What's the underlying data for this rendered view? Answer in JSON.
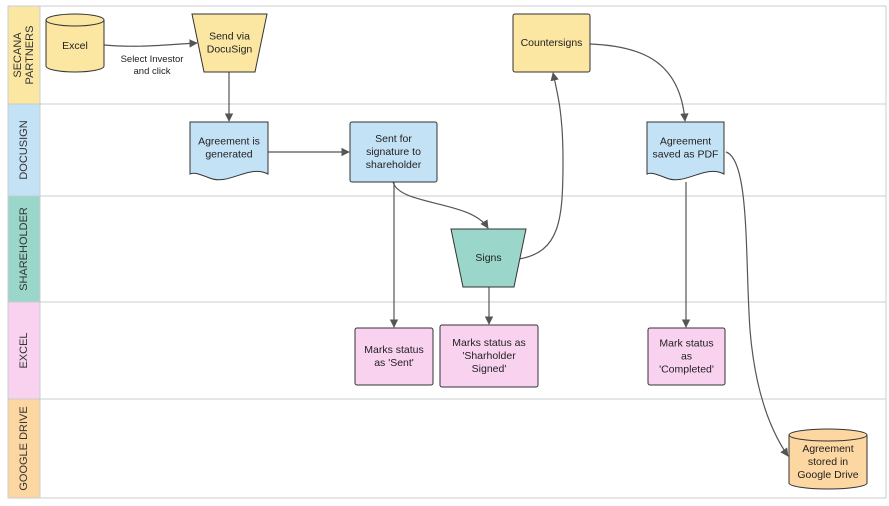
{
  "colors": {
    "partners": "#fbe6a2",
    "docusign": "#c4e2f6",
    "shareholder": "#9ad6c9",
    "excel": "#f9d2ef",
    "drive": "#fdd7a2",
    "stroke": "#333333",
    "lane_border": "#c8ccd2",
    "connector": "#555555"
  },
  "lanes": [
    {
      "id": "partners",
      "label": "SECANA PARTNERS",
      "lines": [
        "SECANA",
        "PARTNERS"
      ]
    },
    {
      "id": "docusign",
      "label": "DOCUSIGN",
      "lines": [
        "DOCUSIGN"
      ]
    },
    {
      "id": "shareholder",
      "label": "SHAREHOLDER",
      "lines": [
        "SHAREHOLDER"
      ]
    },
    {
      "id": "excel",
      "label": "EXCEL",
      "lines": [
        "EXCEL"
      ]
    },
    {
      "id": "drive",
      "label": "GOOGLE DRIVE",
      "lines": [
        "GOOGLE DRIVE"
      ]
    }
  ],
  "nodes": [
    {
      "id": "excel-db",
      "lane": "partners",
      "shape": "cylinder",
      "lines": [
        "Excel"
      ]
    },
    {
      "id": "send-docusign",
      "lane": "partners",
      "shape": "trapezoid",
      "lines": [
        "Send via",
        "DocuSign"
      ]
    },
    {
      "id": "countersigns",
      "lane": "partners",
      "shape": "process",
      "lines": [
        "Countersigns"
      ]
    },
    {
      "id": "agreement-generated",
      "lane": "docusign",
      "shape": "document",
      "lines": [
        "Agreement is",
        "generated"
      ]
    },
    {
      "id": "sent-for-signature",
      "lane": "docusign",
      "shape": "process",
      "lines": [
        "Sent for",
        "signature to",
        "shareholder"
      ]
    },
    {
      "id": "agreement-pdf",
      "lane": "docusign",
      "shape": "document",
      "lines": [
        "Agreement",
        "saved as PDF"
      ]
    },
    {
      "id": "signs",
      "lane": "shareholder",
      "shape": "trapezoid",
      "lines": [
        "Signs"
      ]
    },
    {
      "id": "marks-sent",
      "lane": "excel",
      "shape": "process",
      "lines": [
        "Marks status",
        "as 'Sent'"
      ]
    },
    {
      "id": "marks-signed",
      "lane": "excel",
      "shape": "process",
      "lines": [
        "Marks status as",
        "'Sharholder",
        "Signed'"
      ]
    },
    {
      "id": "marks-completed",
      "lane": "excel",
      "shape": "process",
      "lines": [
        "Mark status",
        "as",
        "'Completed'"
      ]
    },
    {
      "id": "drive-storage",
      "lane": "drive",
      "shape": "cylinder",
      "lines": [
        "Agreement",
        "stored in",
        "Google Drive"
      ]
    }
  ],
  "edges": [
    {
      "from": "excel-db",
      "to": "send-docusign",
      "label_lines": [
        "Select Investor",
        "and click"
      ]
    },
    {
      "from": "send-docusign",
      "to": "agreement-generated"
    },
    {
      "from": "agreement-generated",
      "to": "sent-for-signature"
    },
    {
      "from": "sent-for-signature",
      "to": "signs"
    },
    {
      "from": "sent-for-signature",
      "to": "marks-sent"
    },
    {
      "from": "signs",
      "to": "marks-signed"
    },
    {
      "from": "signs",
      "to": "countersigns"
    },
    {
      "from": "countersigns",
      "to": "agreement-pdf"
    },
    {
      "from": "agreement-pdf",
      "to": "marks-completed"
    },
    {
      "from": "agreement-pdf",
      "to": "drive-storage"
    }
  ]
}
